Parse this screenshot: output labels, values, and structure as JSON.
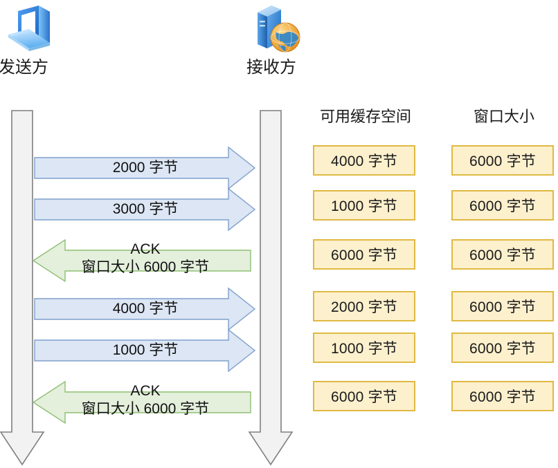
{
  "diagram": {
    "title_present": false,
    "endpoints": [
      {
        "id": "sender",
        "label": "发送方",
        "icon": "laptop-icon"
      },
      {
        "id": "receiver",
        "label": "接收方",
        "icon": "server-globe-icon"
      }
    ],
    "columns": [
      {
        "id": "buffer",
        "header": "可用缓存空间"
      },
      {
        "id": "window",
        "header": "窗口大小"
      }
    ],
    "messages": [
      {
        "id": "m1",
        "direction": "right",
        "kind": "data",
        "lines": [
          "2000 字节"
        ]
      },
      {
        "id": "m2",
        "direction": "right",
        "kind": "data",
        "lines": [
          "3000 字节"
        ]
      },
      {
        "id": "m3",
        "direction": "left",
        "kind": "ack",
        "lines": [
          "ACK",
          "窗口大小 6000 字节"
        ]
      },
      {
        "id": "m4",
        "direction": "right",
        "kind": "data",
        "lines": [
          "4000 字节"
        ]
      },
      {
        "id": "m5",
        "direction": "right",
        "kind": "data",
        "lines": [
          "1000 字节"
        ]
      },
      {
        "id": "m6",
        "direction": "left",
        "kind": "ack",
        "lines": [
          "ACK",
          "窗口大小 6000 字节"
        ]
      }
    ],
    "rows": [
      {
        "buffer": "4000 字节",
        "window": "6000 字节"
      },
      {
        "buffer": "1000 字节",
        "window": "6000 字节"
      },
      {
        "buffer": "6000 字节",
        "window": "6000 字节"
      },
      {
        "buffer": "2000 字节",
        "window": "6000 字节"
      },
      {
        "buffer": "1000 字节",
        "window": "6000 字节"
      },
      {
        "buffer": "6000 字节",
        "window": "6000 字节"
      }
    ],
    "colors": {
      "data_arrow_fill": "#dce6f4",
      "data_arrow_stroke": "#7f9fcb",
      "ack_arrow_fill": "#e4efdc",
      "ack_arrow_stroke": "#8dbf72",
      "lifeline_fill": "#f2f2f2",
      "lifeline_stroke": "#7f7f7f",
      "box_fill": "#fdf0cd",
      "box_stroke": "#e0b941",
      "text": "#1a1a1a",
      "background": "#ffffff"
    }
  }
}
